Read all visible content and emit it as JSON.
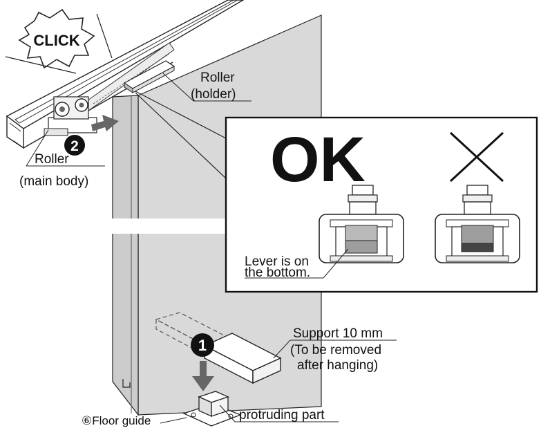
{
  "labels": {
    "click": "CLICK",
    "roller_holder_line1": "Roller",
    "roller_holder_line2": "(holder)",
    "roller_main_line1": "Roller",
    "roller_main_line2": "(main body)",
    "ok": "OK",
    "ng": "×",
    "lever_line1": "Lever is on",
    "lever_line2": "the bottom.",
    "support_line1": "Support 10 mm",
    "support_line2": "(To be removed",
    "support_line3": "after hanging)",
    "floor_guide": "⑥Floor guide",
    "protruding": "protruding part"
  },
  "steps": {
    "step1": "1",
    "step2": "2"
  },
  "colors": {
    "door": "#d9d9d9",
    "door_edge": "#c4c4c4",
    "rail": "#ffffff",
    "ink": "#111111",
    "lever_ok": "#b9b9b9",
    "lever_ng": "#444444"
  }
}
